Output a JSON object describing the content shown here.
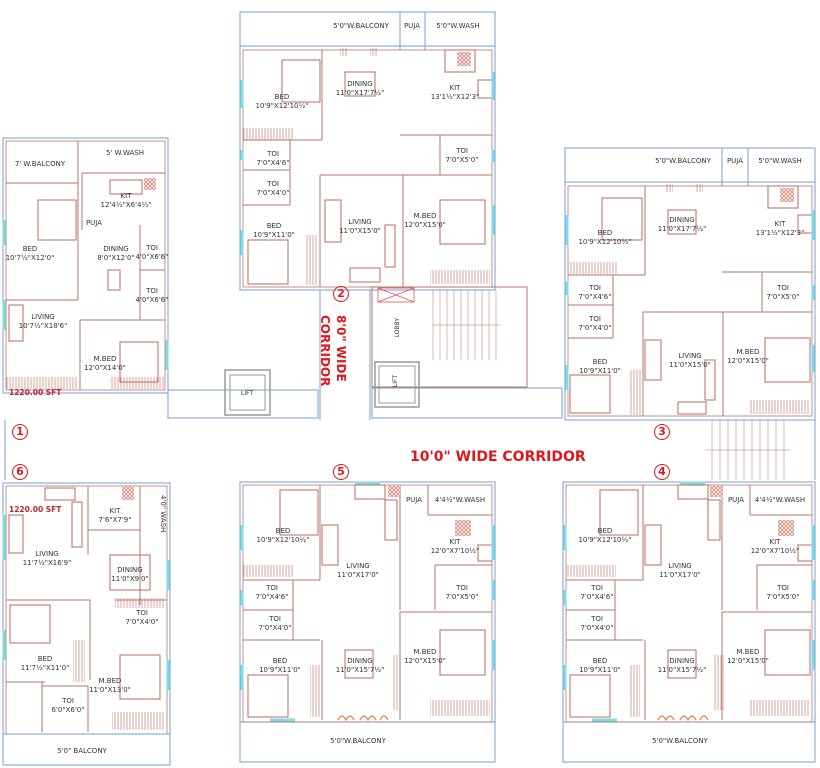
{
  "drawing": {
    "type": "residential floor plan",
    "colors": {
      "outer_wall": "#7a9fd6",
      "inner_wall": "#b5756b",
      "window": "#7fdbe8",
      "furniture": "#c0675d",
      "label_red": "#e2161b",
      "area_red": "#c0262b",
      "text": "#333333"
    }
  },
  "corridors": {
    "main": "10'0\" WIDE CORRIDOR",
    "side": "8'0\" WIDE CORRIDOR",
    "side_line1": "8'0\" WIDE",
    "side_line2": "CORRIDOR"
  },
  "core": {
    "lobby": "LOBBY",
    "lift_1": "LIFT",
    "lift_2": "LIFT"
  },
  "units": [
    {
      "number": "1",
      "area": "1220.00 SFT",
      "rooms": [
        {
          "name": "7' W.BALCONY",
          "size": ""
        },
        {
          "name": "5' W.WASH",
          "size": ""
        },
        {
          "name": "KIT",
          "size": "12'4½\"X6'4½\""
        },
        {
          "name": "PUJA",
          "size": ""
        },
        {
          "name": "BED",
          "size": "10'7½\"X12'0\""
        },
        {
          "name": "DINING",
          "size": "8'0\"X12'0\""
        },
        {
          "name": "TOI",
          "size": "4'0\"X6'6\""
        },
        {
          "name": "TOI",
          "size": "4'0\"X6'6\""
        },
        {
          "name": "LIVING",
          "size": "10'7½\"X18'6\""
        },
        {
          "name": "M.BED",
          "size": "12'0\"X14'0\""
        }
      ]
    },
    {
      "number": "2",
      "area": "",
      "rooms": [
        {
          "name": "5'0\"W.BALCONY",
          "size": ""
        },
        {
          "name": "PUJA",
          "size": ""
        },
        {
          "name": "5'0\"W.WASH",
          "size": ""
        },
        {
          "name": "BED",
          "size": "10'9\"X12'10½\""
        },
        {
          "name": "DINING",
          "size": "11'0\"X17'7½\""
        },
        {
          "name": "KIT",
          "size": "13'1½\"X12'3\""
        },
        {
          "name": "TOI",
          "size": "7'0\"X4'6\""
        },
        {
          "name": "TOI",
          "size": "7'0\"X4'0\""
        },
        {
          "name": "TOI",
          "size": "7'0\"X5'0\""
        },
        {
          "name": "BED",
          "size": "10'9\"X11'0\""
        },
        {
          "name": "LIVING",
          "size": "11'0\"X15'0\""
        },
        {
          "name": "M.BED",
          "size": "12'0\"X15'0\""
        }
      ]
    },
    {
      "number": "3",
      "area": "",
      "rooms": [
        {
          "name": "5'0\"W.BALCONY",
          "size": ""
        },
        {
          "name": "PUJA",
          "size": ""
        },
        {
          "name": "5'0\"W.WASH",
          "size": ""
        },
        {
          "name": "BED",
          "size": "10'9\"X12'10½\""
        },
        {
          "name": "DINING",
          "size": "11'0\"X17'7½\""
        },
        {
          "name": "KIT",
          "size": "13'1½\"X12'3\""
        },
        {
          "name": "TOI",
          "size": "7'0\"X4'6\""
        },
        {
          "name": "TOI",
          "size": "7'0\"X4'0\""
        },
        {
          "name": "TOI",
          "size": "7'0\"X5'0\""
        },
        {
          "name": "BED",
          "size": "10'9\"X11'0\""
        },
        {
          "name": "LIVING",
          "size": "11'0\"X15'0\""
        },
        {
          "name": "M.BED",
          "size": "12'0\"X15'0\""
        }
      ]
    },
    {
      "number": "4",
      "area": "",
      "rooms": [
        {
          "name": "PUJA",
          "size": ""
        },
        {
          "name": "4'4½\"W.WASH",
          "size": ""
        },
        {
          "name": "BED",
          "size": "10'9\"X12'10½\""
        },
        {
          "name": "KIT",
          "size": "12'0\"X7'10½\""
        },
        {
          "name": "LIVING",
          "size": "11'0\"X17'0\""
        },
        {
          "name": "TOI",
          "size": "7'0\"X4'6\""
        },
        {
          "name": "TOI",
          "size": "7'0\"X5'0\""
        },
        {
          "name": "TOI",
          "size": "7'0\"X4'0\""
        },
        {
          "name": "BED",
          "size": "10'9\"X11'0\""
        },
        {
          "name": "DINING",
          "size": "11'0\"X15'7½\""
        },
        {
          "name": "M.BED",
          "size": "12'0\"X15'0\""
        },
        {
          "name": "5'0\"W.BALCONY",
          "size": ""
        }
      ]
    },
    {
      "number": "5",
      "area": "",
      "rooms": [
        {
          "name": "PUJA",
          "size": ""
        },
        {
          "name": "4'4½\"W.WASH",
          "size": ""
        },
        {
          "name": "BED",
          "size": "10'9\"X12'10½\""
        },
        {
          "name": "KIT",
          "size": "12'0\"X7'10½\""
        },
        {
          "name": "LIVING",
          "size": "11'0\"X17'0\""
        },
        {
          "name": "TOI",
          "size": "7'0\"X4'6\""
        },
        {
          "name": "TOI",
          "size": "7'0\"X5'0\""
        },
        {
          "name": "TOI",
          "size": "7'0\"X4'0\""
        },
        {
          "name": "BED",
          "size": "10'9\"X11'0\""
        },
        {
          "name": "DINING",
          "size": "11'0\"X15'7½\""
        },
        {
          "name": "M.BED",
          "size": "12'0\"X15'0\""
        },
        {
          "name": "5'0\"W.BALCONY",
          "size": ""
        }
      ]
    },
    {
      "number": "6",
      "area": "1220.00 SFT",
      "rooms": [
        {
          "name": "KIT",
          "size": "7'6\"X7'9\""
        },
        {
          "name": "4'0\" WASH",
          "size": ""
        },
        {
          "name": "LIVING",
          "size": "11'7½\"X16'9\""
        },
        {
          "name": "DINING",
          "size": "11'0\"X9'0\""
        },
        {
          "name": "TOI",
          "size": "7'0\"X4'0\""
        },
        {
          "name": "BED",
          "size": "11'7½\"X11'0\""
        },
        {
          "name": "M.BED",
          "size": "11'0\"X13'0\""
        },
        {
          "name": "TOI",
          "size": "6'0\"X6'0\""
        },
        {
          "name": "5'0\" BALCONY",
          "size": ""
        }
      ]
    }
  ]
}
